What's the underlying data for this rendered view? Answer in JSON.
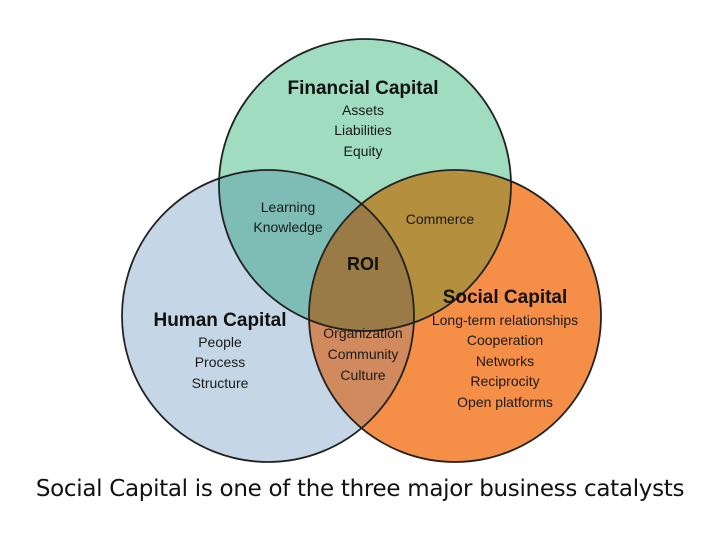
{
  "circles": {
    "financial": {
      "title": "Financial Capital",
      "items": [
        "Assets",
        "Liabilities",
        "Equity"
      ],
      "color": "#9fdcc0"
    },
    "human": {
      "title": "Human Capital",
      "items": [
        "People",
        "Process",
        "Structure"
      ],
      "color": "#c5d6e6"
    },
    "social": {
      "title": "Social Capital",
      "items": [
        "Long-term relationships",
        "Cooperation",
        "Networks",
        "Reciprocity",
        "Open platforms"
      ],
      "color": "#f58e46"
    }
  },
  "overlaps": {
    "financial_human": [
      "Learning",
      "Knowledge"
    ],
    "financial_social": [
      "Commerce"
    ],
    "human_social": [
      "Organization",
      "Community",
      "Culture"
    ],
    "center": "ROI"
  },
  "overlap_colors": {
    "financial_human": "#7ebdb5",
    "financial_social": "#b38f3e",
    "human_social": "#d08a5e",
    "center": "#9a7a45"
  },
  "caption": "Social Capital is one of the three major business catalysts"
}
